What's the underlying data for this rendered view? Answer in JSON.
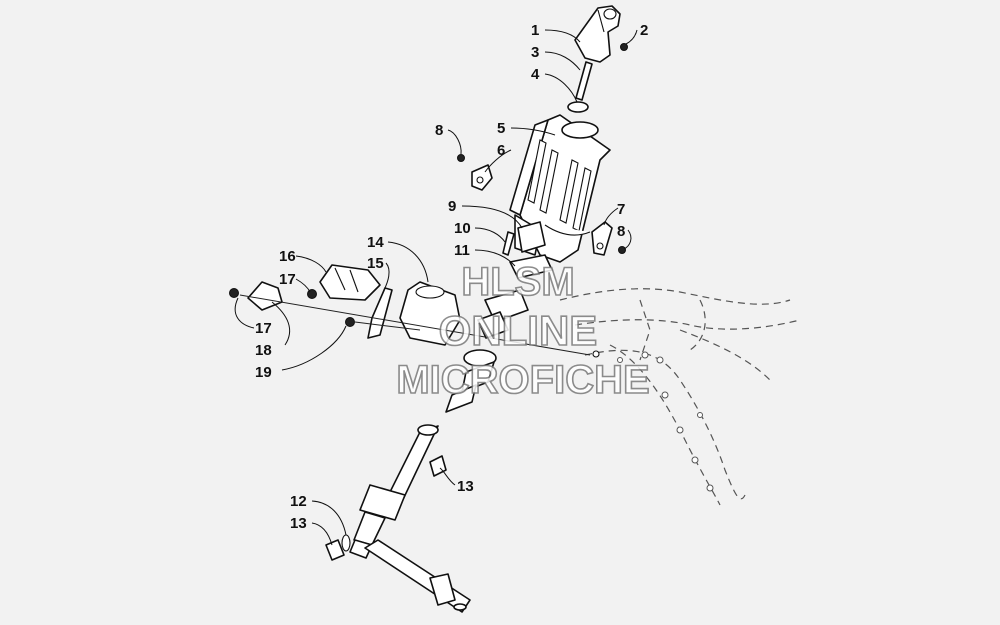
{
  "watermark": {
    "line1": "HLSM",
    "line2": "ONLINE",
    "line3": "MICROFICHE"
  },
  "callouts": [
    {
      "id": "c1",
      "label": "1"
    },
    {
      "id": "c2",
      "label": "2"
    },
    {
      "id": "c3",
      "label": "3"
    },
    {
      "id": "c4",
      "label": "4"
    },
    {
      "id": "c5",
      "label": "5"
    },
    {
      "id": "c6",
      "label": "6"
    },
    {
      "id": "c7",
      "label": "7"
    },
    {
      "id": "c8a",
      "label": "8"
    },
    {
      "id": "c8b",
      "label": "8"
    },
    {
      "id": "c9",
      "label": "9"
    },
    {
      "id": "c10",
      "label": "10"
    },
    {
      "id": "c11",
      "label": "11"
    },
    {
      "id": "c12",
      "label": "12"
    },
    {
      "id": "c13a",
      "label": "13"
    },
    {
      "id": "c13b",
      "label": "13"
    },
    {
      "id": "c14",
      "label": "14"
    },
    {
      "id": "c15",
      "label": "15"
    },
    {
      "id": "c16",
      "label": "16"
    },
    {
      "id": "c17a",
      "label": "17"
    },
    {
      "id": "c17b",
      "label": "17"
    },
    {
      "id": "c18",
      "label": "18"
    },
    {
      "id": "c19",
      "label": "19"
    }
  ]
}
